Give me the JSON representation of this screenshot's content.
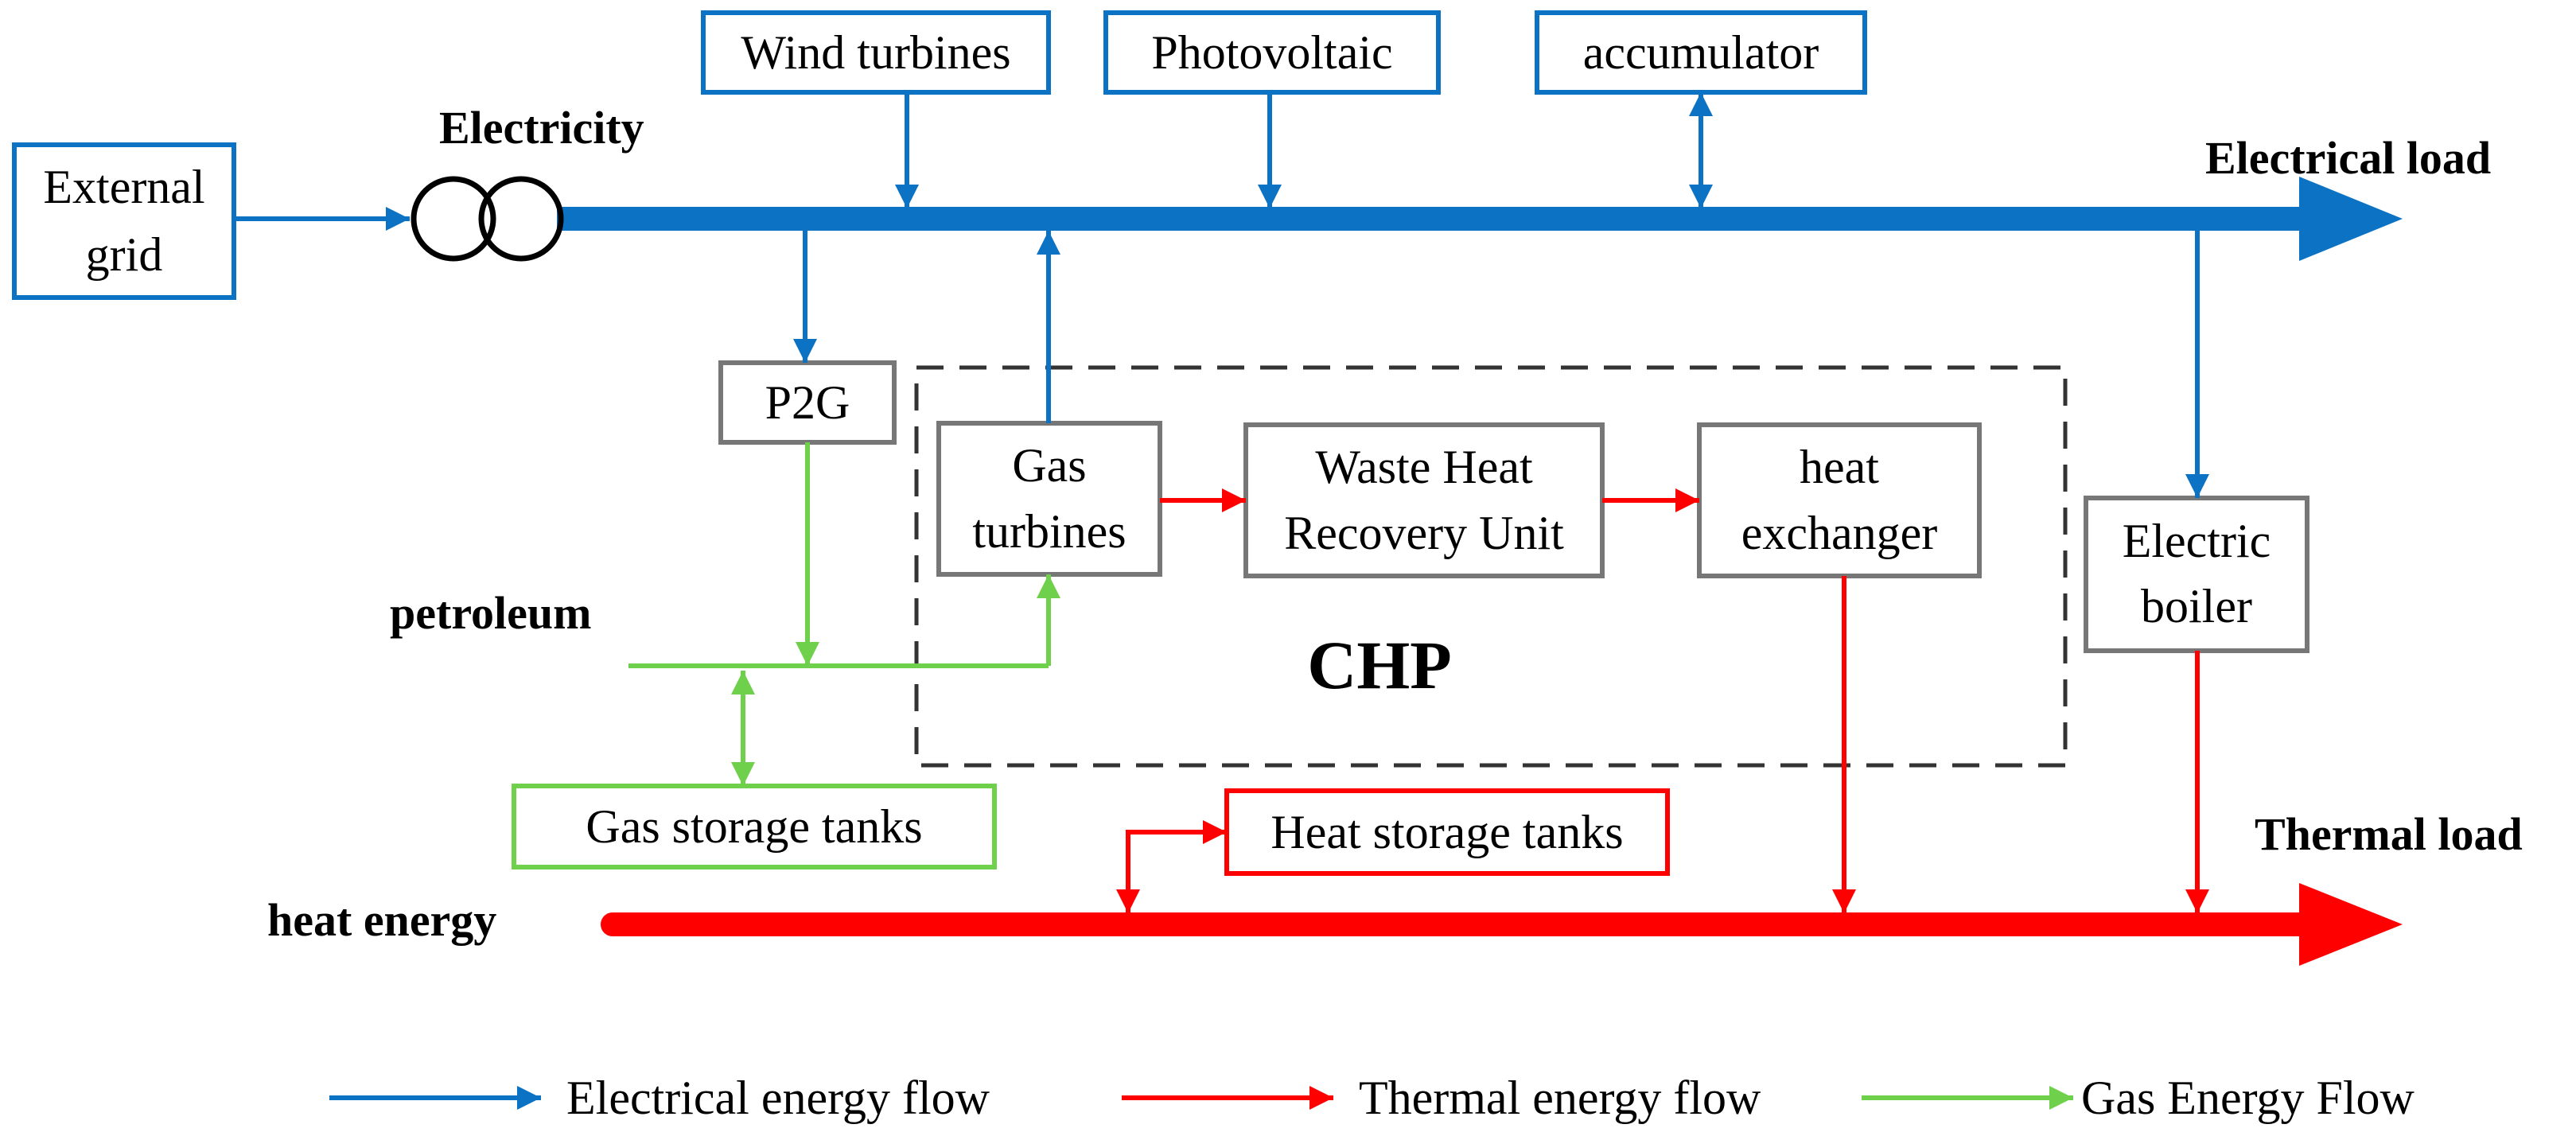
{
  "colors": {
    "electric": "#0B72C4",
    "thermal": "#FF0000",
    "gas": "#6FD04B",
    "neutral": "#777777",
    "chp_border": "#333333"
  },
  "nodes": {
    "external_grid": {
      "line1": "External",
      "line2": "grid"
    },
    "wind_turbines": {
      "label": "Wind turbines"
    },
    "photovoltaic": {
      "label": "Photovoltaic"
    },
    "accumulator": {
      "label": "accumulator"
    },
    "p2g": {
      "label": "P2G"
    },
    "gas_turbines": {
      "line1": "Gas",
      "line2": "turbines"
    },
    "waste_heat": {
      "line1": "Waste Heat",
      "line2": "Recovery Unit"
    },
    "heat_exchanger": {
      "line1": "heat",
      "line2": "exchanger"
    },
    "electric_boiler": {
      "line1": "Electric",
      "line2": "boiler"
    },
    "gas_storage": {
      "label": "Gas storage tanks"
    },
    "heat_storage": {
      "label": "Heat storage tanks"
    }
  },
  "labels": {
    "electricity": "Electricity",
    "electrical_load": "Electrical load",
    "petroleum": "petroleum",
    "chp": "CHP",
    "thermal_load": "Thermal load",
    "heat_energy": "heat energy"
  },
  "legend": {
    "electrical": "Electrical energy flow",
    "thermal": "Thermal energy flow",
    "gas": "Gas Energy Flow"
  }
}
